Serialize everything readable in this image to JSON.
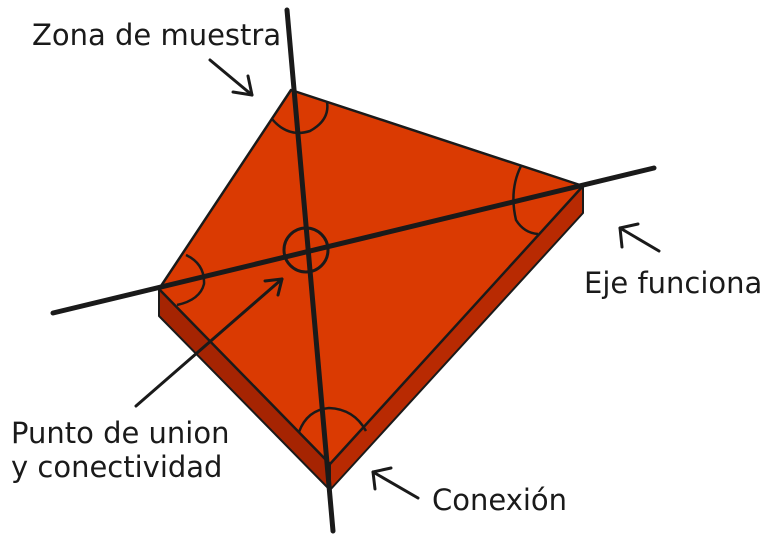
{
  "labels": {
    "zona": "Zona de muestra",
    "eje": "Eje funcional",
    "punto_line1": "Punto de union",
    "punto_line2": "y conectividad",
    "conexion": "Conexión"
  },
  "colors": {
    "top_face": "#da3a02",
    "side_front": "#a52402",
    "side_right": "#b82a02",
    "stroke": "#1a1a1a",
    "background": "#ffffff"
  }
}
